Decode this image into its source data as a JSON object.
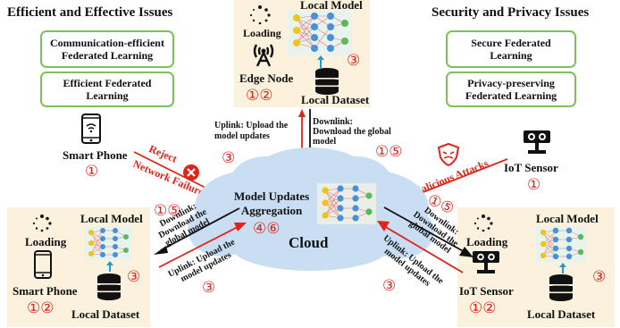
{
  "left_section": {
    "title": "Efficient and Effective Issues",
    "boxes": [
      "Communication-efficient\nFederated Learning",
      "Efficient Federated\nLearning"
    ]
  },
  "right_section": {
    "title": "Security and Privacy Issues",
    "boxes": [
      "Secure Federated\nLearning",
      "Privacy-preserving\nFederated Learning"
    ]
  },
  "edge_node": {
    "loading": "Loading",
    "device": "Edge Node",
    "device_num": "①②",
    "model": "Local Model",
    "model_num": "③",
    "dataset": "Local Dataset"
  },
  "uplink_top": "Uplink: Upload the\nmodel updates",
  "uplink_top_num": "③",
  "downlink_top": "Downlink:\nDownload the  global\nmodel",
  "downlink_top_num": "①⑤",
  "smart_phone_top": {
    "label": "Smart Phone",
    "num": "①"
  },
  "iot_sensor_top": {
    "label": "IoT Sensor",
    "num": "①"
  },
  "reject": "Reject",
  "network_failure": "Network Failure",
  "malicious": "Malicious Attacks",
  "cloud": {
    "title": "Model Updates\nAggregation",
    "num": "④⑥",
    "label": "Cloud"
  },
  "left_panel": {
    "model": "Local Model",
    "loading": "Loading",
    "device": "Smart Phone",
    "device_num": "①②",
    "dataset": "Local Dataset",
    "num3": "③",
    "down_num": "①⑤",
    "downlink": "Downlink:\nDownload the\nglobal model",
    "uplink": "Uplink: Upload the\nmodel updates",
    "up_num": "③"
  },
  "right_panel": {
    "model": "Local Model",
    "loading": "Loading",
    "device": "IoT Sensor",
    "device_num": "①②",
    "dataset": "Local Dataset",
    "num3": "③",
    "down_num": "①⑤",
    "downlink": "Downlink:\nDownload the\nglobal model",
    "uplink": "Uplink: Upload the\nmodel updates",
    "up_num": "③"
  },
  "colors": {
    "accent_red": "#e2231a",
    "panel_bg": "#fbf1dc",
    "box_border": "#7cc25a",
    "cloud": "#c9def2"
  }
}
